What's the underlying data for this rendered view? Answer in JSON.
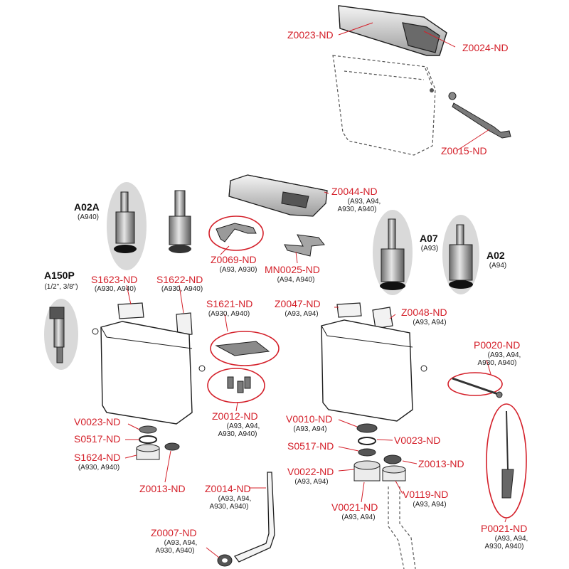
{
  "colors": {
    "part_code": "#d4202a",
    "callout_ring": "#d4202a",
    "leader": "#d4202a",
    "kit_bubble": "#d9d9d9"
  },
  "parts": {
    "z0023": {
      "code": "Z0023-ND"
    },
    "z0024": {
      "code": "Z0024-ND"
    },
    "z0015": {
      "code": "Z0015-ND"
    },
    "z0044": {
      "code": "Z0044-ND",
      "models": "(A93, A94,",
      "models2": "A930, A940)"
    },
    "z0069": {
      "code": "Z0069-ND",
      "models": "(A93, A930)"
    },
    "mn0025": {
      "code": "MN0025-ND",
      "models": "(A94, A940)"
    },
    "a02a": {
      "code": "A02A",
      "models": "(A940)"
    },
    "a150p": {
      "code": "A150P",
      "models": "(1/2\", 3/8\")"
    },
    "a07": {
      "code": "A07",
      "models": "(A93)"
    },
    "a02": {
      "code": "A02",
      "models": "(A94)"
    },
    "s1623": {
      "code": "S1623-ND",
      "models": "(A930, A940)"
    },
    "s1622": {
      "code": "S1622-ND",
      "models": "(A930, A940)"
    },
    "s1621": {
      "code": "S1621-ND",
      "models": "(A930, A940)"
    },
    "z0047": {
      "code": "Z0047-ND",
      "models": "(A93, A94)"
    },
    "z0048": {
      "code": "Z0048-ND",
      "models": "(A93, A94)"
    },
    "p0020": {
      "code": "P0020-ND",
      "models": "(A93, A94,",
      "models2": "A930, A940)"
    },
    "z0012": {
      "code": "Z0012-ND",
      "models": "(A93, A94,",
      "models2": "A930, A940)"
    },
    "v0023_left": {
      "code": "V0023-ND"
    },
    "s0517_left": {
      "code": "S0517-ND"
    },
    "s1624": {
      "code": "S1624-ND",
      "models": "(A930, A940)"
    },
    "z0013_left": {
      "code": "Z0013-ND"
    },
    "v0010": {
      "code": "V0010-ND",
      "models": "(A93, A94)"
    },
    "v0023_right": {
      "code": "V0023-ND"
    },
    "s0517_right": {
      "code": "S0517-ND"
    },
    "v0022": {
      "code": "V0022-ND",
      "models": "(A93, A94)"
    },
    "z0013_right": {
      "code": "Z0013-ND"
    },
    "v0119": {
      "code": "V0119-ND",
      "models": "(A93, A94)"
    },
    "v0021": {
      "code": "V0021-ND",
      "models": "(A93, A94)"
    },
    "z0014": {
      "code": "Z0014-ND",
      "models": "(A93, A94,",
      "models2": "A930, A940)"
    },
    "z0007": {
      "code": "Z0007-ND",
      "models": "(A93, A94,",
      "models2": "A930, A940)"
    },
    "p0021": {
      "code": "P0021-ND",
      "models": "(A93, A94,",
      "models2": "A930, A940)"
    }
  }
}
